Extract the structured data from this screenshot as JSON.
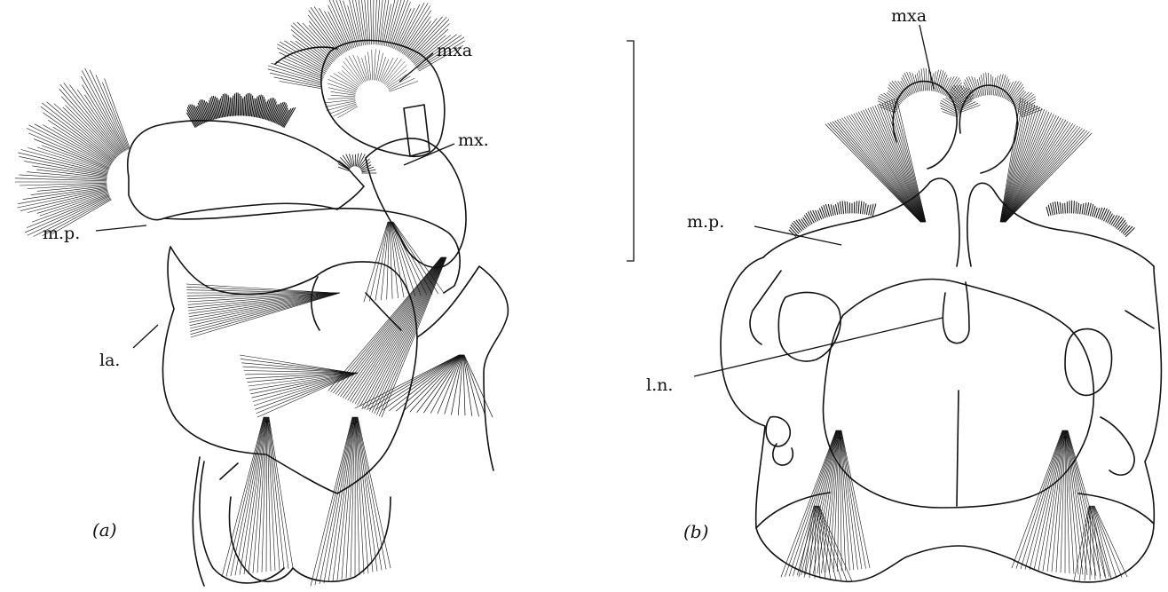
{
  "figure": {
    "panel_a": {
      "caption": "(a)",
      "labels": {
        "mxa": "mxa",
        "mx": "mx.",
        "mp": "m.p.",
        "la": "la."
      }
    },
    "panel_b": {
      "caption": "(b)",
      "labels": {
        "mxa": "mxa",
        "mp": "m.p.",
        "ln": "l.n."
      }
    }
  },
  "colors": {
    "ink": "#111111",
    "paper": "#ffffff"
  }
}
